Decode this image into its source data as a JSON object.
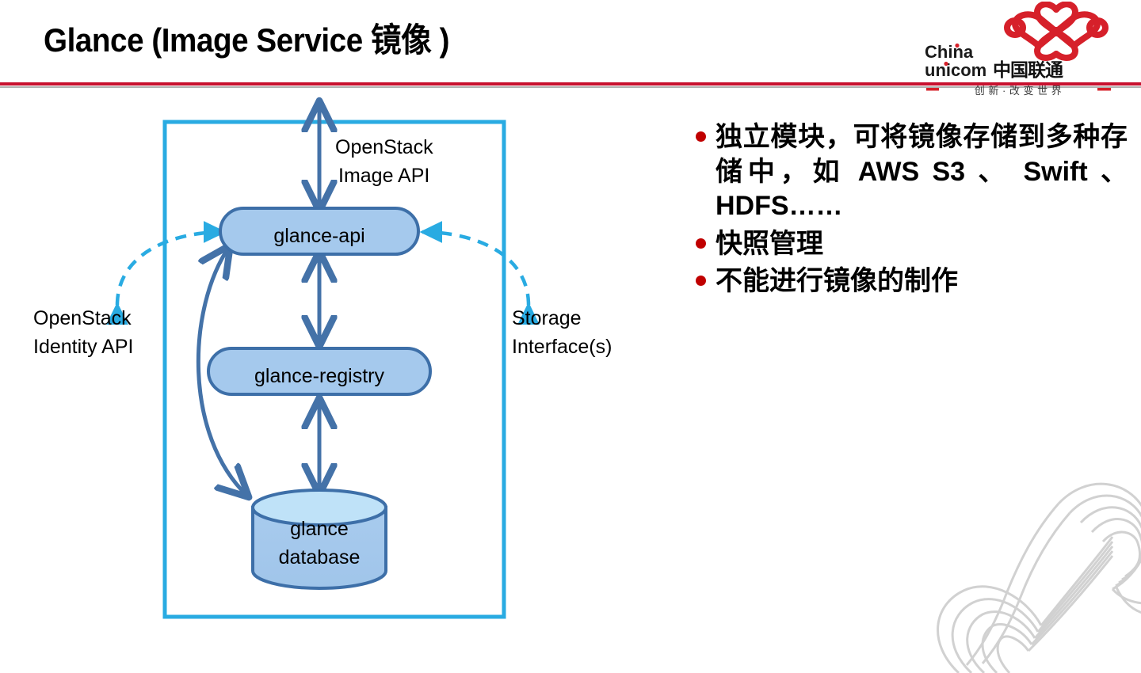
{
  "slide": {
    "title": "Glance (Image Service  镜像 )",
    "accent_red": "#C8102E",
    "accent_blue": "#29ABE2",
    "node_fill": "#A5C9ED",
    "node_stroke": "#3D6FA8",
    "bullet_color": "#C00000"
  },
  "logo": {
    "name": "china-unicom-logo",
    "line1": "China",
    "line2_en": "unicom",
    "line2_cn": "中国联通",
    "tagline": "创 新 · 改 变 世 界"
  },
  "diagram": {
    "container_label": "glance-service-boundary",
    "top_label": "OpenStack\nImage API",
    "top_label_line1": "OpenStack",
    "top_label_line2": "Image API",
    "left_label_line1": "OpenStack",
    "left_label_line2": "Identity API",
    "right_label_line1": "Storage",
    "right_label_line2": "Interface(s)",
    "nodes": [
      {
        "id": "glance-api",
        "label": "glance-api",
        "shape": "rounded-rect"
      },
      {
        "id": "glance-registry",
        "label": "glance-registry",
        "shape": "rounded-rect"
      },
      {
        "id": "glance-database",
        "label_line1": "glance",
        "label_line2": "database",
        "shape": "cylinder"
      }
    ]
  },
  "bullets": [
    "独立模块，可将镜像存储到多种存储中，如 AWS S3 、 Swift 、 HDFS……",
    "快照管理",
    "不能进行镜像的制作"
  ]
}
